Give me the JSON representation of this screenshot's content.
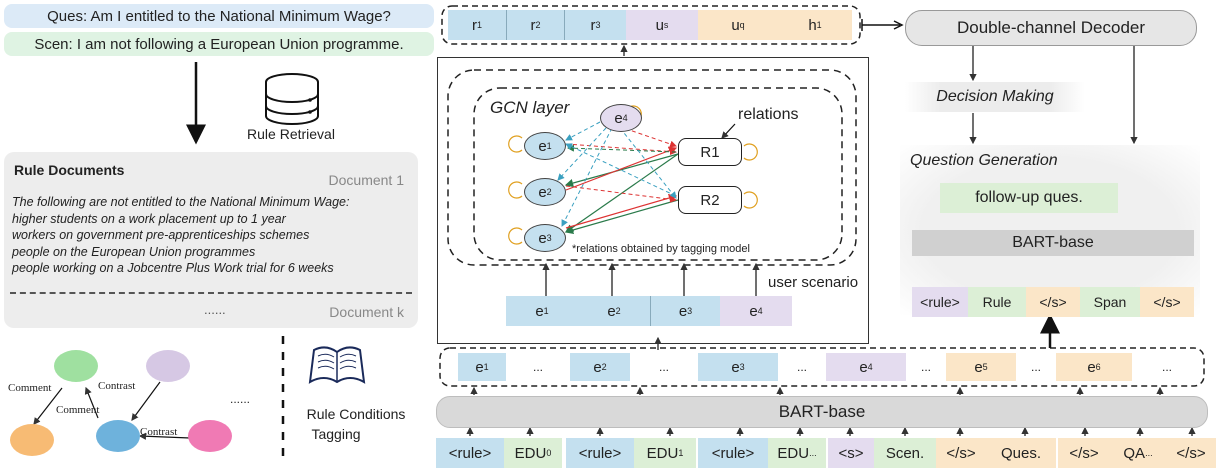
{
  "left": {
    "ques": "Ques: Am I entitled to the National Minimum Wage?",
    "scen": "Scen: I am not following a European Union programme.",
    "rule_retrieval": "Rule Retrieval",
    "rule_docs": {
      "title": "Rule Documents",
      "doc1": "Document 1",
      "lines": [
        "The following are not entitled to the National Minimum Wage:",
        "higher students on a work placement up to 1 year",
        "workers on government pre-apprenticeships schemes",
        "people on the European Union programmes",
        "people working on a Jobcentre Plus Work trial for 6 weeks"
      ],
      "ellipsis": "......",
      "dock": "Document k"
    },
    "graph_labels": {
      "comment1": "Comment",
      "comment2": "Comment",
      "contrast1": "Contrast",
      "contrast2": "Contrast",
      "dots": "......"
    },
    "tagging_line1": "Rule Conditions",
    "tagging_line2": "Tagging"
  },
  "top_seq": [
    {
      "t": "r",
      "s": "1"
    },
    {
      "t": "r",
      "s": "2"
    },
    {
      "t": "r",
      "s": "3"
    },
    {
      "t": "u",
      "s": "s"
    },
    {
      "t": "u",
      "s": "q"
    },
    {
      "t": "h",
      "s": "1"
    }
  ],
  "gcn": {
    "title": "GCN layer",
    "relations": "relations",
    "note": "*relations obtained by tagging model",
    "user_scenario": "user scenario",
    "nodes": {
      "e1": "e",
      "e2": "e",
      "e3": "e",
      "e4": "e",
      "r1": "R1",
      "r2": "R2"
    },
    "seq": [
      {
        "t": "e",
        "s": "1"
      },
      {
        "t": "e",
        "s": "2"
      },
      {
        "t": "e",
        "s": "3"
      },
      {
        "t": "e",
        "s": "4"
      }
    ]
  },
  "right": {
    "decoder": "Double-channel Decoder",
    "decision": "Decision Making",
    "qg_title": "Question Generation",
    "followup": "follow-up ques.",
    "bart": "BART-base",
    "qtokens": [
      "<rule>",
      "Rule",
      "</s>",
      "Span",
      "</s>"
    ]
  },
  "bottom": {
    "mid_tokens": [
      {
        "t": "e",
        "s": "1"
      },
      {
        "t": "...",
        "s": ""
      },
      {
        "t": "e",
        "s": "2"
      },
      {
        "t": "...",
        "s": ""
      },
      {
        "t": "e",
        "s": "3"
      },
      {
        "t": "...",
        "s": ""
      },
      {
        "t": "e",
        "s": "4"
      },
      {
        "t": "...",
        "s": ""
      },
      {
        "t": "e",
        "s": "5"
      },
      {
        "t": "...",
        "s": ""
      },
      {
        "t": "e",
        "s": "6"
      },
      {
        "t": "...",
        "s": ""
      }
    ],
    "bart": "BART-base",
    "input_tokens": [
      {
        "t": "<rule>",
        "s": ""
      },
      {
        "t": "EDU",
        "s": "0"
      },
      {
        "t": "<rule>",
        "s": ""
      },
      {
        "t": "EDU",
        "s": "1"
      },
      {
        "t": "<rule>",
        "s": ""
      },
      {
        "t": "EDU",
        "s": "..."
      },
      {
        "t": "<s>",
        "s": ""
      },
      {
        "t": "Scen.",
        "s": ""
      },
      {
        "t": "</s>",
        "s": ""
      },
      {
        "t": "Ques.",
        "s": ""
      },
      {
        "t": "</s>",
        "s": ""
      },
      {
        "t": "QA",
        "s": "..."
      },
      {
        "t": "</s>",
        "s": ""
      }
    ]
  }
}
